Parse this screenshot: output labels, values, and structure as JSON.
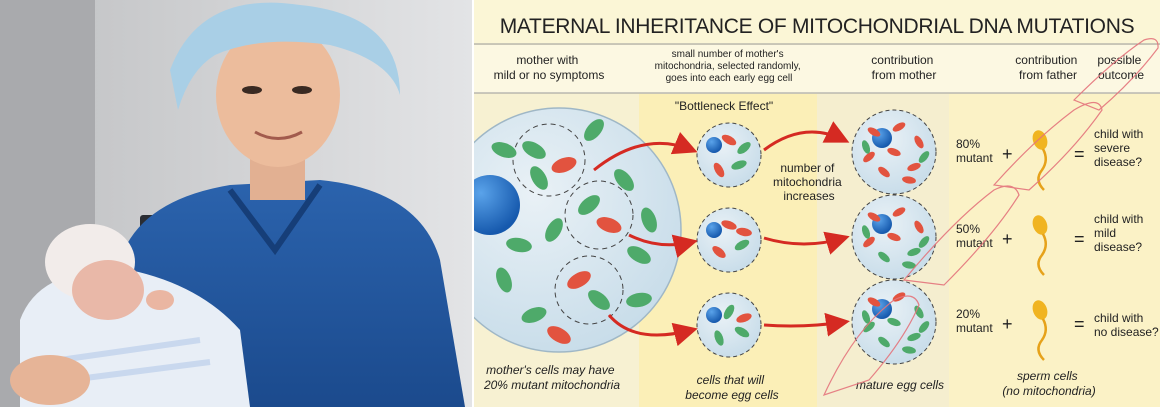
{
  "diagram": {
    "title": "MATERNAL INHERITANCE OF MITOCHONDRIAL DNA MUTATIONS",
    "headers": {
      "mother": [
        "mother with",
        "mild or no symptoms"
      ],
      "selection": [
        "small number of mother's",
        "mitochondria, selected randomly,",
        "goes into each early egg cell"
      ],
      "contribution_mother": [
        "contribution",
        "from mother"
      ],
      "contribution_father": [
        "contribution",
        "from father"
      ],
      "outcome": [
        "possible",
        "outcome"
      ]
    },
    "bottleneck_label": "\"Bottleneck Effect\"",
    "increase_note": [
      "number of",
      "mitochondria",
      "increases"
    ],
    "rows": [
      {
        "percent": "80%",
        "mutant_label": "mutant",
        "outcome": [
          "child with",
          "severe",
          "disease?"
        ]
      },
      {
        "percent": "50%",
        "mutant_label": "mutant",
        "outcome": [
          "child with",
          "mild",
          "disease?"
        ]
      },
      {
        "percent": "20%",
        "mutant_label": "mutant",
        "outcome": [
          "child with",
          "no disease?"
        ]
      }
    ],
    "plus": "+",
    "equals": "=",
    "captions": {
      "mother": [
        "mother's cells may have",
        "20% mutant mitochondria"
      ],
      "early_eggs": [
        "cells that will",
        "become egg cells"
      ],
      "mature": "mature egg cells",
      "sperm": [
        "sperm cells",
        "(no mitochondria)"
      ]
    }
  },
  "colors": {
    "accent_red": "#d52a22",
    "mito_red": "#e2533f",
    "mito_green": "#4eaa6a",
    "nucleus_blue": "#1f6fc4",
    "header_bg": "#fbf6d6",
    "panel_bg": "#fbf1c2",
    "watermark": "#e4747c"
  }
}
